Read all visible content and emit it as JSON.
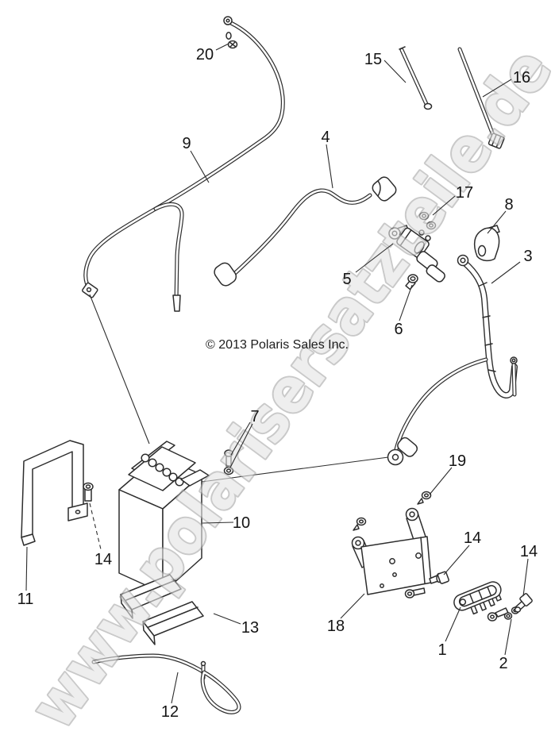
{
  "diagram": {
    "copyright": "© 2013 Polaris Sales Inc.",
    "watermark": {
      "text": "www.polarisersatzteile.de",
      "stroke_color": "#a6a6a6",
      "fill_color": "#e4e4e4"
    },
    "colors": {
      "line": "#2d2d2d",
      "label": "#141414",
      "background": "#ffffff"
    },
    "callouts": [
      "20",
      "15",
      "16",
      "4",
      "9",
      "17",
      "8",
      "3",
      "5",
      "6",
      "7",
      "19",
      "10",
      "14",
      "14",
      "14",
      "11",
      "18",
      "13",
      "1",
      "2",
      "12"
    ]
  }
}
